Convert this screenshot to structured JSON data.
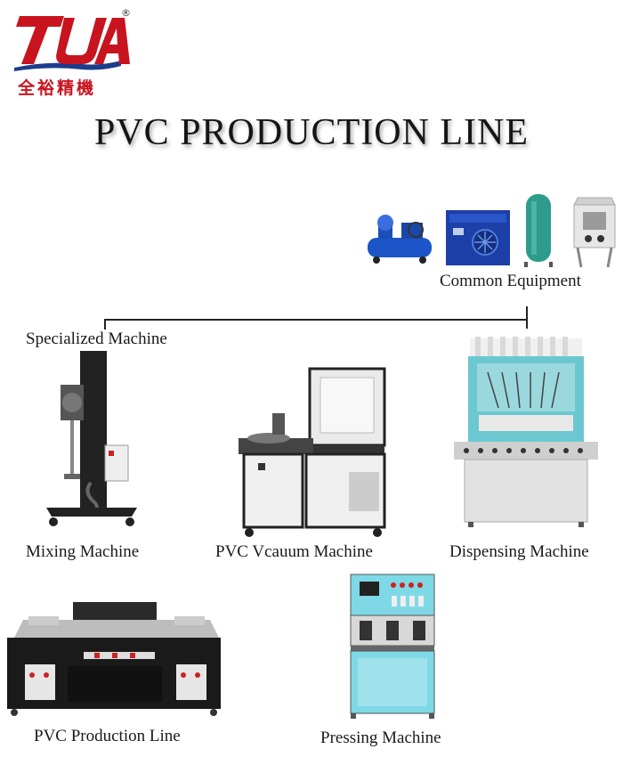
{
  "logo": {
    "mark": "TUA",
    "registered": "®",
    "chinese_name": "全裕精機"
  },
  "title": "PVC PRODUCTION LINE",
  "common_equipment": {
    "label": "Common Equipment",
    "items": [
      "air-compressor",
      "air-dryer",
      "air-tank",
      "sandblasting-cabinet"
    ]
  },
  "specialized": {
    "label": "Specialized Machine"
  },
  "machines": [
    {
      "label": "Mixing Machine"
    },
    {
      "label": "PVC Vcauum Machine"
    },
    {
      "label": "Dispensing Machine"
    },
    {
      "label": "PVC Production Line"
    },
    {
      "label": "Pressing Machine"
    }
  ],
  "colors": {
    "brand_red": "#c8141e",
    "brand_blue": "#1c3c8c",
    "dryer_blue": "#1d3fa8",
    "tank_teal": "#2e9c8c",
    "panel_teal": "#6cc8d0",
    "press_cyan": "#7fd8e6"
  }
}
